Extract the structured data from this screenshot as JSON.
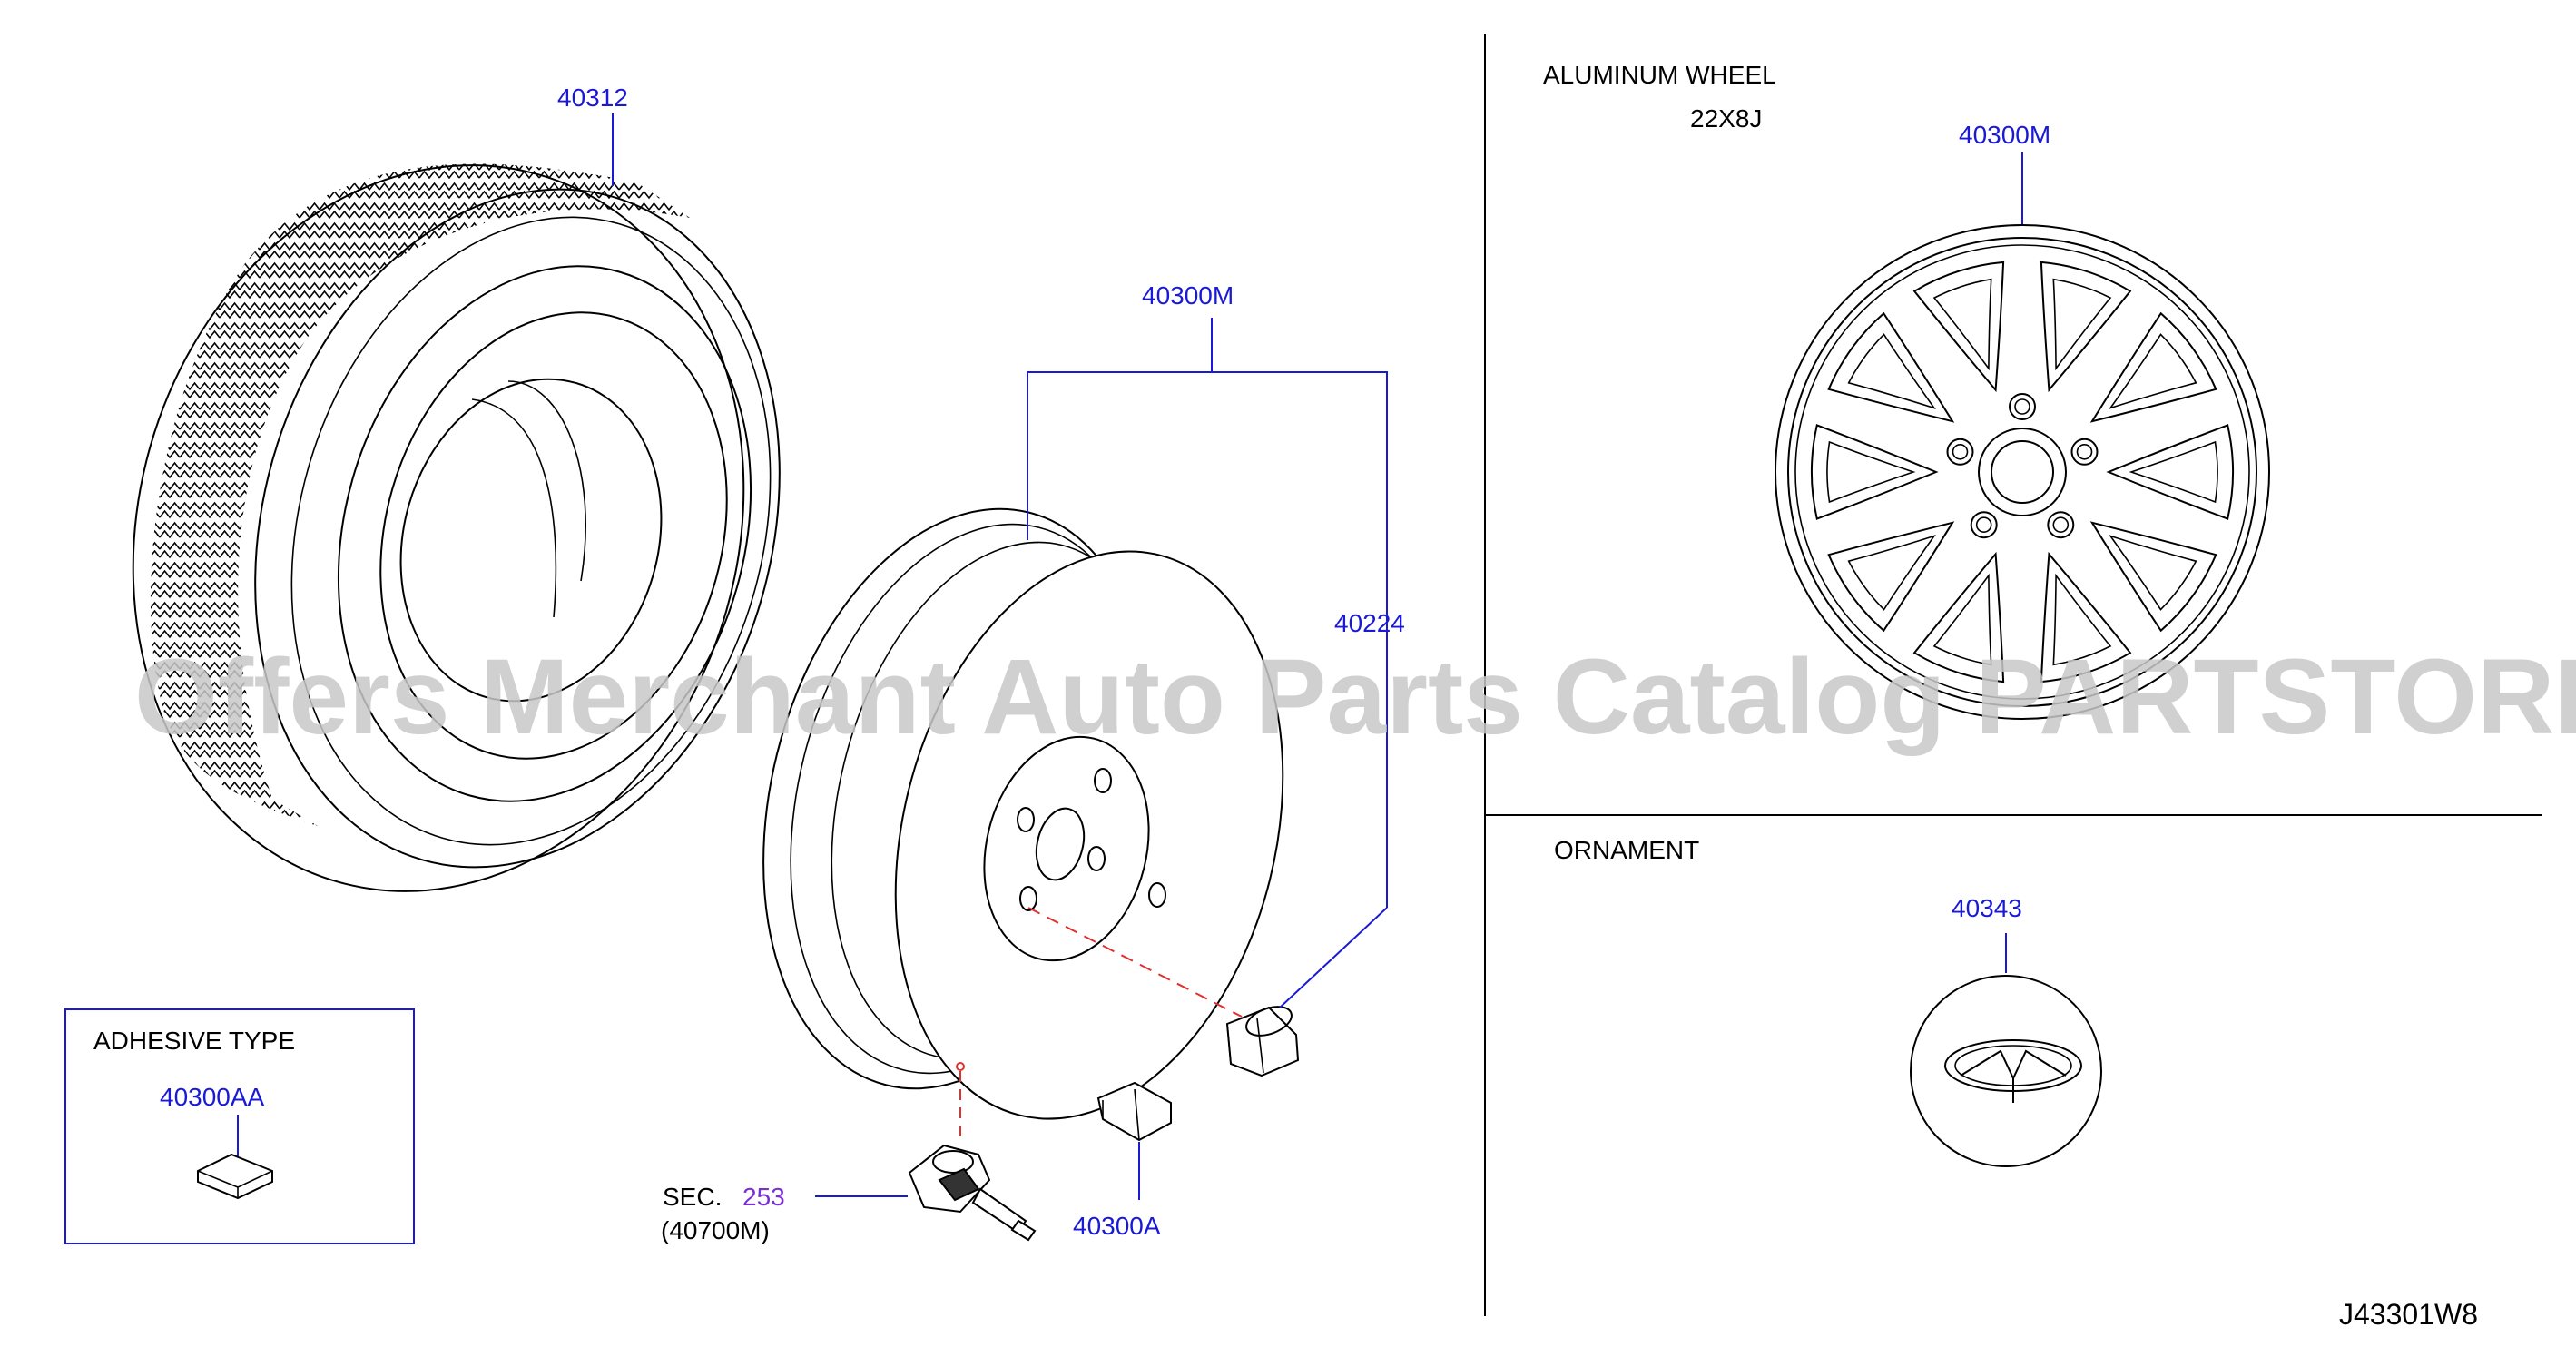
{
  "watermark": "Offers Merchant Auto Parts Catalog PARTSTORE.SA",
  "diagram_code": "J43301W8",
  "sections": {
    "aluminum_wheel": {
      "title": "ALUMINUM   WHEEL",
      "size": "22X8J",
      "part": "40300M"
    },
    "ornament": {
      "title": "ORNAMENT",
      "part": "40343"
    },
    "adhesive": {
      "title": "ADHESIVE   TYPE",
      "part": "40300AA"
    }
  },
  "parts": {
    "tire": "40312",
    "wheel": "40300M",
    "nut": "40224",
    "valve_sec_prefix": "SEC.",
    "valve_sec_num": "253",
    "valve_sub": "(40700M)",
    "weight": "40300A"
  },
  "colors": {
    "part_link": "#1a1ad6",
    "section_link": "#7a2fd6",
    "dashed_red": "#e03030"
  }
}
